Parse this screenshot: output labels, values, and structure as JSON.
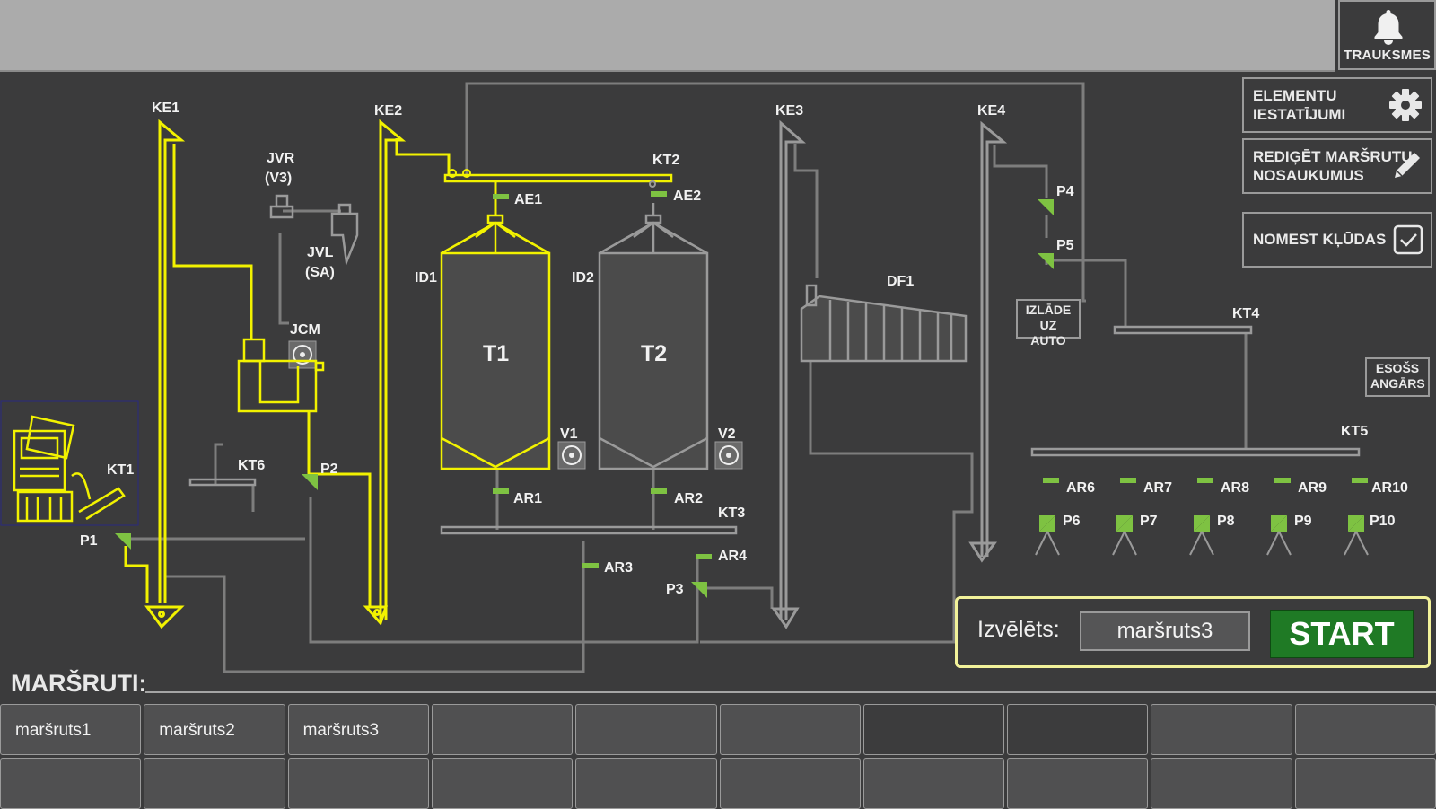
{
  "header": {
    "alarm_label": "TRAUKSMES",
    "element_settings_label": "ELEMENTU\nIESTATĪJUMI",
    "edit_routes_label": "REDIĢĒT MARŠRUTU\nNOSAUKUMUS",
    "reset_errors_label": "NOMEST KĻŪDAS"
  },
  "diagram": {
    "labels": {
      "ke1": "KE1",
      "ke2": "KE2",
      "ke3": "KE3",
      "ke4": "KE4",
      "jvr1": "JVR",
      "jvr2": "(V3)",
      "jvl1": "JVL",
      "jvl2": "(SA)",
      "jcm": "JCM",
      "kt1": "KT1",
      "kt2": "KT2",
      "kt3": "KT3",
      "kt4": "KT4",
      "kt5": "KT5",
      "kt6": "KT6",
      "ae1": "AE1",
      "ae2": "AE2",
      "id1": "ID1",
      "id2": "ID2",
      "t1": "T1",
      "t2": "T2",
      "v1": "V1",
      "v2": "V2",
      "ar1": "AR1",
      "ar2": "AR2",
      "ar3": "AR3",
      "ar4": "AR4",
      "ar6": "AR6",
      "ar7": "AR7",
      "ar8": "AR8",
      "ar9": "AR9",
      "ar10": "AR10",
      "p1": "P1",
      "p2": "P2",
      "p3": "P3",
      "p4": "P4",
      "p5": "P5",
      "p6": "P6",
      "p7": "P7",
      "p8": "P8",
      "p9": "P9",
      "p10": "P10",
      "df1": "DF1"
    },
    "unload_label": "IZLĀDE\nUZ AUTO",
    "hangar_label": "ESOŠS\nANGĀRS",
    "active_color": "#f2f200",
    "inactive_color": "#9a9a9a",
    "indicator_color": "#7ec242"
  },
  "control": {
    "selected_label": "Izvēlēts:",
    "selected_value": "maršruts3",
    "start_label": "START"
  },
  "routes": {
    "title": "MARŠRUTI:",
    "items": [
      "maršruts1",
      "maršruts2",
      "maršruts3",
      "",
      "",
      "",
      "",
      "",
      "",
      "",
      "",
      "",
      "",
      "",
      "",
      "",
      "",
      "",
      "",
      ""
    ]
  }
}
